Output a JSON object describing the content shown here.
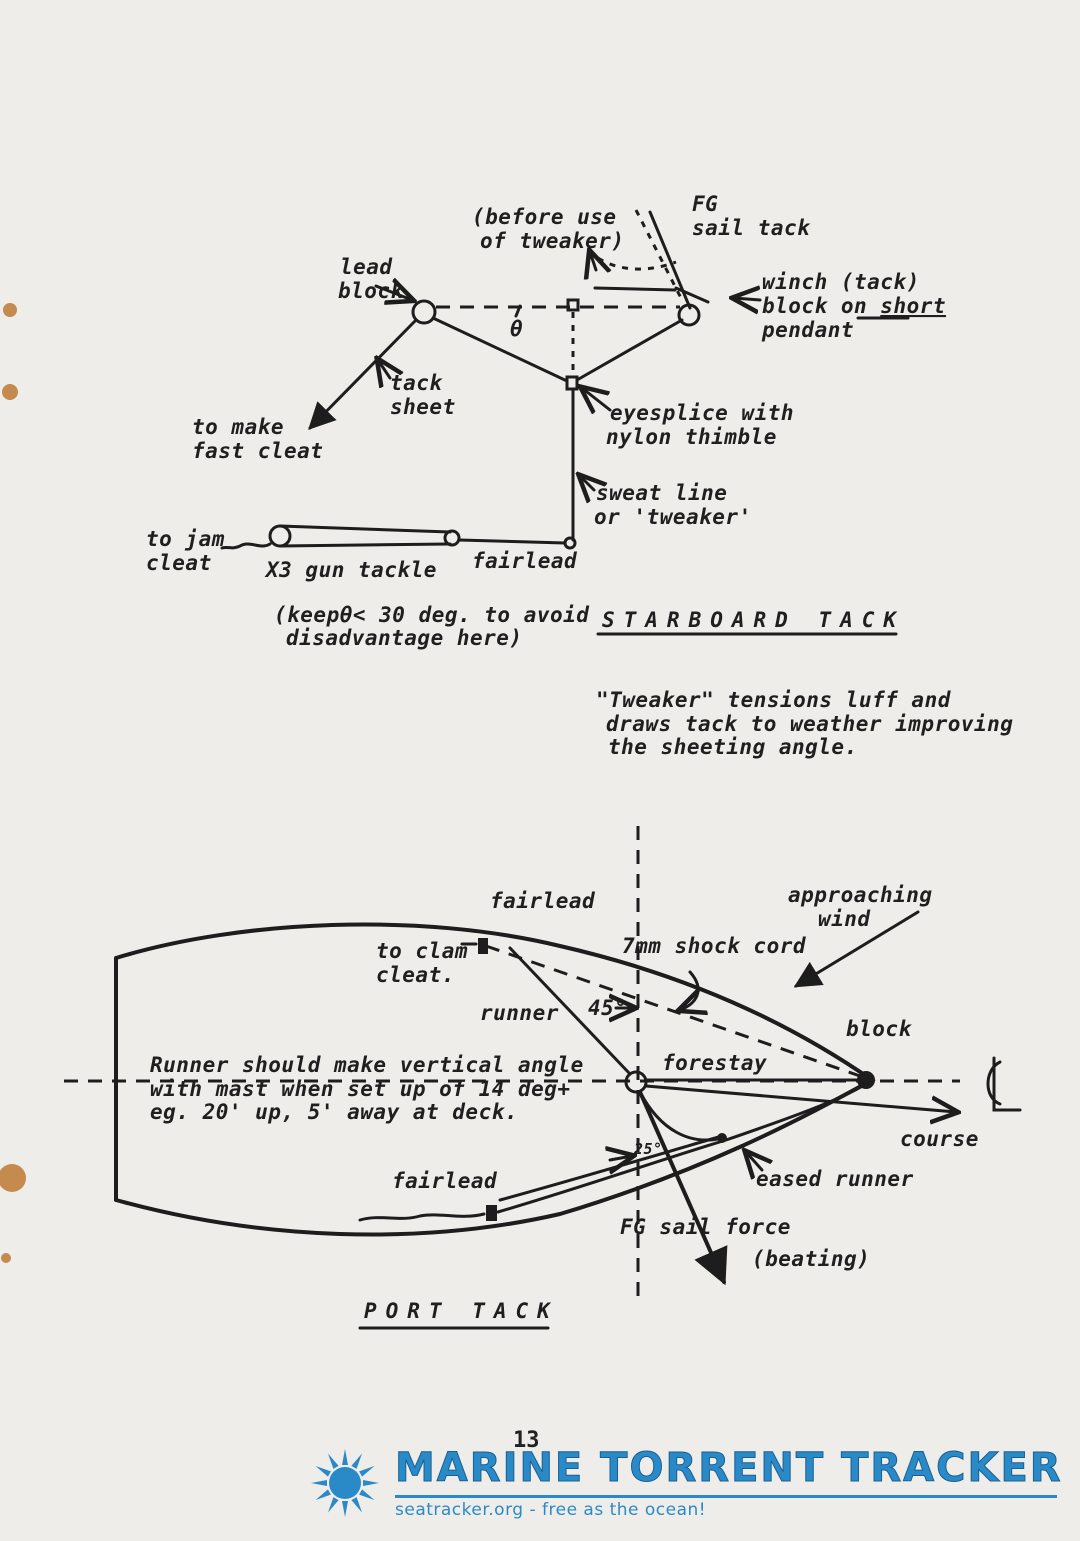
{
  "starboard": {
    "fg_sail_tack": [
      "FG",
      "sail tack"
    ],
    "before_use": [
      "(before use",
      "of tweaker)"
    ],
    "lead_block": [
      "lead",
      "block"
    ],
    "theta": "θ",
    "winch_block": [
      "winch (tack)",
      "block on ",
      "short",
      "pendant"
    ],
    "tack_sheet": [
      "tack",
      "sheet"
    ],
    "eyesplice": [
      "eyesplice with",
      "nylon thimble"
    ],
    "make_fast": [
      "to make",
      "fast cleat"
    ],
    "sweat_line": [
      "sweat line",
      "or 'tweaker'"
    ],
    "jam_cleat": [
      "to jam",
      "cleat"
    ],
    "gun_tackle": "X3 gun tackle",
    "fairlead": "fairlead",
    "keep_theta": [
      "(keepθ< 30 deg. to avoid",
      "disadvantage here)"
    ],
    "heading": "STARBOARD TACK",
    "tweaker_note": [
      "\"Tweaker\" tensions luff and",
      "draws tack to weather improving",
      "the sheeting angle."
    ]
  },
  "port": {
    "fairlead_top": "fairlead",
    "approaching_wind": [
      "approaching",
      "wind"
    ],
    "to_clam": [
      "to clam",
      "cleat."
    ],
    "shock_cord": "7mm shock cord",
    "runner": "runner",
    "angle_45": "45°",
    "block": "block",
    "forestay": "forestay",
    "runner_note": [
      "Runner should make vertical angle",
      "with mast when set up of 14 deg+",
      "eg. 20' up, 5' away at deck."
    ],
    "centerline": "℄",
    "course": "course",
    "angle_25": "25°",
    "eased_runner": "eased runner",
    "fairlead_bottom": "fairlead",
    "fg_sail_force": "FG sail force",
    "beating": "(beating)",
    "heading": "PORT TACK"
  },
  "page_number": "13",
  "logo": {
    "title": "MARINE TORRENT TRACKER",
    "subtitle": "seatracker.org - free as the ocean!",
    "color": "#2a8ac8"
  }
}
